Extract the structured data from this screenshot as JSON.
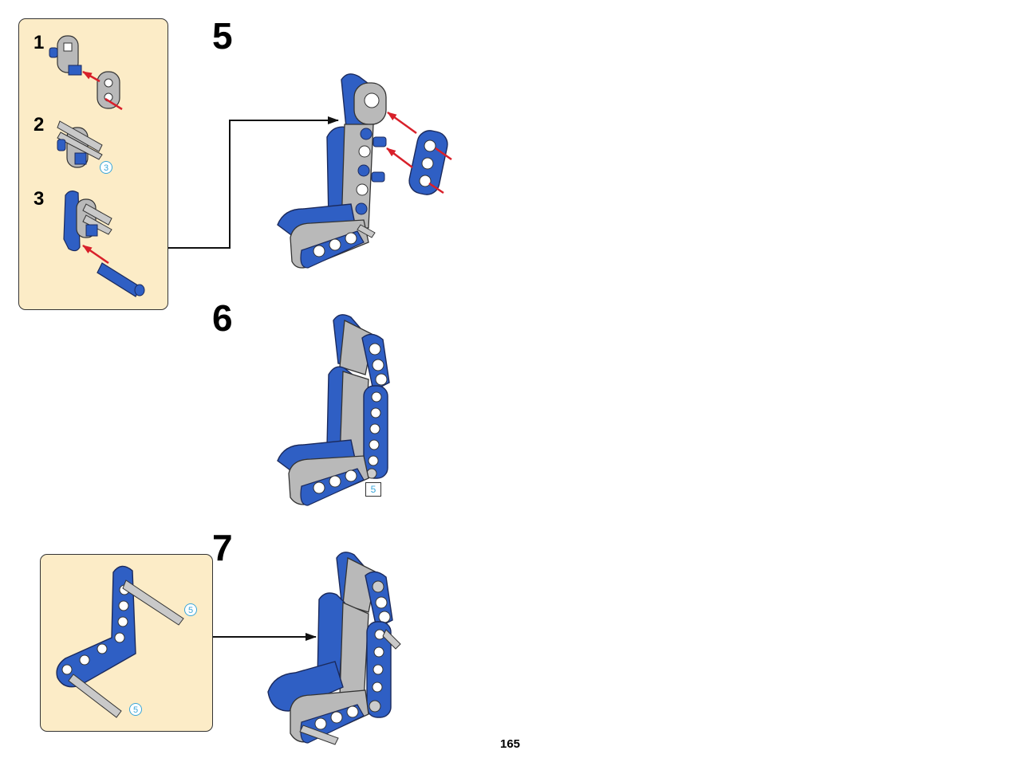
{
  "steps": {
    "s5": "5",
    "s6": "6",
    "s7": "7"
  },
  "substeps": {
    "a1": "1",
    "a2": "2",
    "a3": "3"
  },
  "quantities": {
    "sub2_count": "3",
    "step6_count": "5",
    "axle_top_count": "5",
    "axle_bottom_count": "5"
  },
  "page": {
    "number": "165"
  },
  "colors": {
    "panel_background": "#fcecc7",
    "brick_blue": "#2f5fc4",
    "brick_gray": "#b9b9b9",
    "arrow_red": "#d8202a"
  }
}
